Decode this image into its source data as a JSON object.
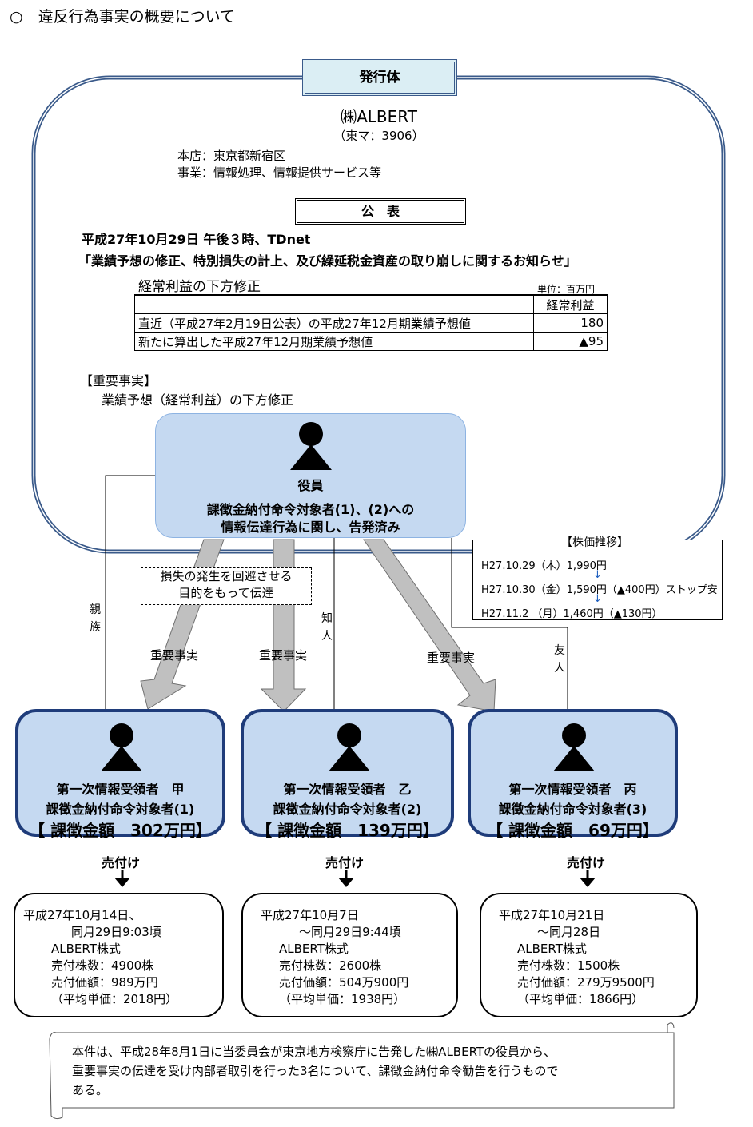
{
  "title": "○　違反行為事実の概要について",
  "issuer": {
    "label": "発行体",
    "name": "㈱ALBERT",
    "code": "（東マ：3906）",
    "hq": "本店：東京都新宿区",
    "business": "事業：情報処理、情報提供サービス等"
  },
  "announcement": {
    "label": "公　表",
    "datetime": "平成27年10月29日 午後３時、TDnet",
    "title": "「業績予想の修正、特別損失の計上、及び繰延税金資産の取り崩しに関するお知らせ」",
    "table_title": "経常利益の下方修正",
    "unit": "単位：百万円",
    "header": "経常利益",
    "rows": [
      {
        "label": "直近（平成27年2月19日公表）の平成27年12月期業績予想値",
        "value": "180"
      },
      {
        "label": "新たに算出した平成27年12月期業績予想値",
        "value": "▲95"
      }
    ]
  },
  "important_fact": {
    "heading": "【重要事実】",
    "text": "業績予想（経常利益）の下方修正"
  },
  "officer": {
    "title": "役員",
    "line1": "課徴金納付命令対象者(1)、(2)への",
    "line2": "情報伝達行為に関し、告発済み"
  },
  "stock_price": {
    "heading": "【株価推移】",
    "rows": [
      "H27.10.29（木）1,990円",
      "H27.10.30（金）1,590円（▲400円）ストップ安",
      "H27.11.2 （月）1,460円（▲130円）"
    ],
    "arrow": "↓"
  },
  "relations": {
    "relative": "親族",
    "acquaintance": "知人",
    "friend": "友人",
    "fact": "重要事実",
    "purpose1": "損失の発生を回避させる",
    "purpose2": "目的をもって伝達"
  },
  "receivers": [
    {
      "title": "第一次情報受領者　甲",
      "target": "課徴金納付命令対象者(1)",
      "fine": "【 課徴金額　302万円】",
      "action": "売付け",
      "sale": [
        "平成27年10月14日、",
        "　　同月29日9:03頃",
        "ALBERT株式",
        "売付株数：4900株",
        "売付価額：989万円",
        "（平均単価：2018円）"
      ]
    },
    {
      "title": "第一次情報受領者　乙",
      "target": "課徴金納付命令対象者(2)",
      "fine": "【 課徴金額　139万円】",
      "action": "売付け",
      "sale": [
        "平成27年10月7日",
        "　　～同月29日9:44頃",
        "ALBERT株式",
        "売付株数：2600株",
        "売付価額：504万900円",
        "（平均単価：1938円）"
      ]
    },
    {
      "title": "第一次情報受領者　丙",
      "target": "課徴金納付命令対象者(3)",
      "fine": "【 課徴金額　69万円】",
      "action": "売付け",
      "sale": [
        "平成27年10月21日",
        "　　～同月28日",
        "ALBERT株式",
        "売付株数：1500株",
        "売付価額：279万9500円",
        "（平均単価：1866円）"
      ]
    }
  ],
  "note": {
    "line1": "本件は、平成28年8月1日に当委員会が東京地方検察庁に告発した㈱ALBERTの役員から、",
    "line2": "重要事実の伝達を受け内部者取引を行った3名について、課徴金納付命令勧告を行うもので",
    "line3": "ある。"
  }
}
